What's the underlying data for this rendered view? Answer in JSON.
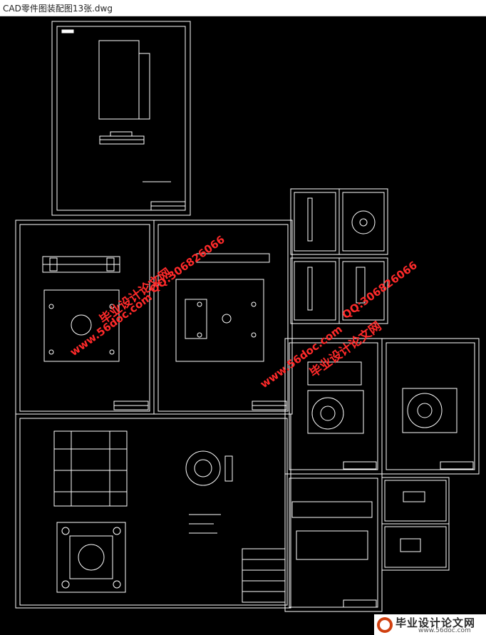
{
  "window": {
    "title": "CAD零件图装配图13张.dwg"
  },
  "watermarks": {
    "left_qq": "QQ:306826066",
    "left_site": "毕业设计论文网",
    "left_url": "www.56doc.com",
    "right_qq": "QQ:306826066",
    "right_site": "毕业设计论文网",
    "right_url": "www.56doc.com"
  },
  "footer": {
    "title": "毕业设计论文网",
    "url": "www.56doc.com"
  },
  "colors": {
    "background": "#000000",
    "lines": "#ffffff",
    "watermark": "#ff2020"
  }
}
